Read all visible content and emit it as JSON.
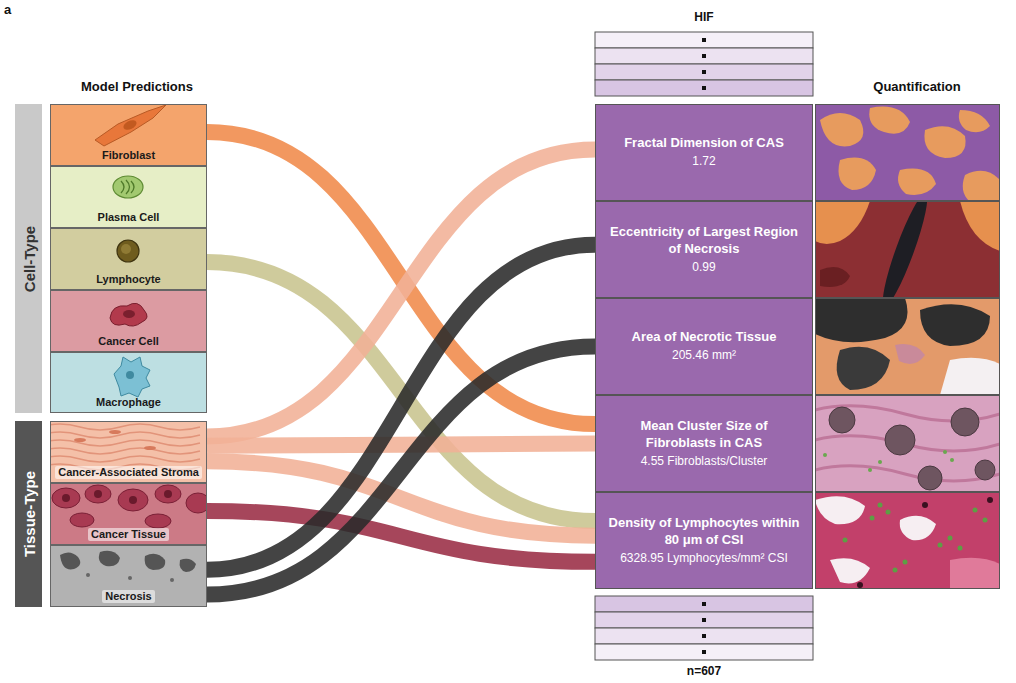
{
  "diagram": {
    "nodes": [
      {
        "text": [
          "Cell-Type"
        ]
      },
      {
        "text": [
          "Fibroblast"
        ]
      },
      {
        "text": [
          "Plasma Cell"
        ]
      },
      {
        "text": [
          "Lymphocyte"
        ]
      },
      {
        "text": [
          "Cancer Cell"
        ]
      },
      {
        "text": [
          "Macrophage"
        ]
      },
      {
        "text": [
          "Tissue-Type"
        ]
      },
      {
        "text": [
          "Cancer-Associated Stroma"
        ]
      },
      {
        "text": [
          "Cancer Tissue"
        ]
      },
      {
        "text": [
          "Necrosis"
        ]
      },
      {
        "text": [
          "Fractal Dimension of CAS",
          "1.72"
        ]
      },
      {
        "text": [
          "Eccentricity of Largest Region of Necrosis",
          "0.99"
        ]
      },
      {
        "text": [
          "Area of Necrotic Tissue",
          "205.46 mm²"
        ]
      },
      {
        "text": [
          "Mean Cluster Size of Fibroblasts in CAS",
          "4.55 Fibroblasts/Cluster"
        ]
      },
      {
        "text": [
          "Density of Lymphocytes within 80 μm of CSI",
          "6328.95 Lymphocytes/mm² CSI"
        ]
      }
    ],
    "edges": [
      {
        "from": 1,
        "to": 13,
        "arrow": "none"
      },
      {
        "from": 3,
        "to": 14,
        "arrow": "none"
      },
      {
        "from": 7,
        "to": 10,
        "arrow": "none"
      },
      {
        "from": 7,
        "to": 13,
        "arrow": "none"
      },
      {
        "from": 7,
        "to": 14,
        "arrow": "none"
      },
      {
        "from": 8,
        "to": 14,
        "arrow": "none"
      },
      {
        "from": 9,
        "to": 11,
        "arrow": "none"
      },
      {
        "from": 9,
        "to": 12,
        "arrow": "none"
      }
    ],
    "labels": [
      "a",
      "Model Predictions",
      "HIF",
      "Quantification",
      "n=607"
    ]
  }
}
